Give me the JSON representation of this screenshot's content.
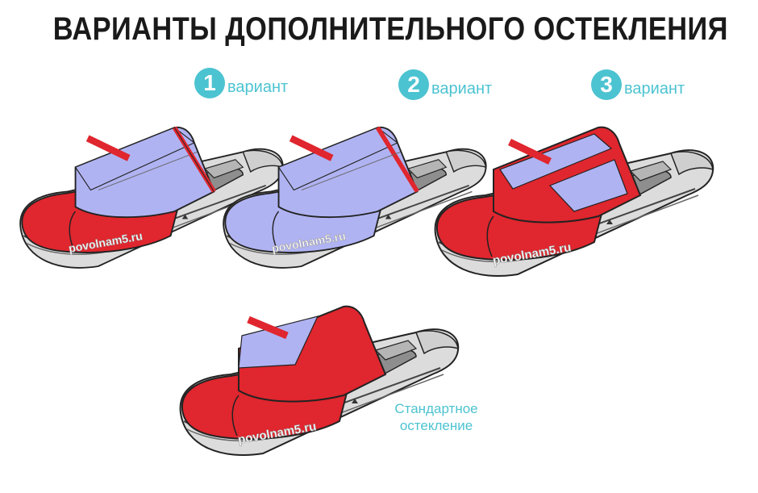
{
  "title": "ВАРИАНТЫ ДОПОЛНИТЕЛЬНОГО ОСТЕКЛЕНИЯ",
  "colors": {
    "teal": "#4cc3d1",
    "red": "#e0262e",
    "glass": "#b0b3f2",
    "hull": "#dcdcdc",
    "cockpit": "#8e8e8e"
  },
  "variants": [
    {
      "number": "1",
      "label": "вариант"
    },
    {
      "number": "2",
      "label": "вариант"
    },
    {
      "number": "3",
      "label": "вариант"
    }
  ],
  "standard": {
    "line1": "Стандартное",
    "line2": "остекление"
  },
  "watermark": "povolnam5.ru"
}
